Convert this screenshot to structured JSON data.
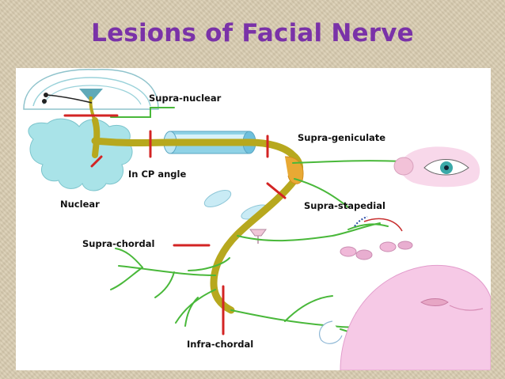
{
  "slide": {
    "title": "Lesions of Facial Nerve"
  },
  "labels": {
    "supra_nuclear": "Supra-nuclear",
    "supra_geniculate": "Supra-geniculate",
    "in_cp_angle": "In CP angle",
    "nuclear": "Nuclear",
    "supra_stapedial": "Supra-stapedial",
    "supra_chordal": "Supra-chordal",
    "infra_chordal": "Infra-chordal"
  },
  "colors": {
    "title": "#7a32a8",
    "nerve": "#b7a81e",
    "branch": "#49b83a",
    "lesion_mark": "#d32424",
    "brain": "#a9e3e8",
    "face": "#f6c9e6"
  }
}
